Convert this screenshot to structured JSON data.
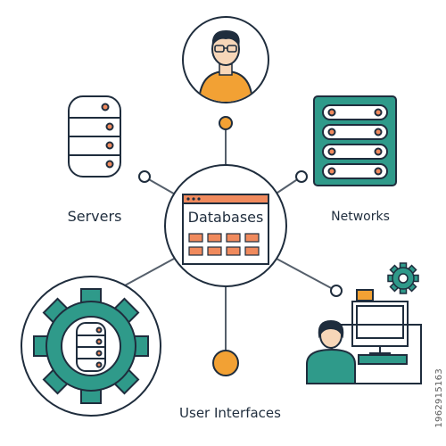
{
  "diagram": {
    "center_label": "Databases",
    "labels": {
      "servers": "Servers",
      "networks": "Networks",
      "user_interfaces": "User Interfaces"
    },
    "watermark": "1962915163"
  },
  "colors": {
    "teal": "#2f9a8a",
    "orange": "#f08a5d",
    "amber": "#f2a134",
    "skin": "#f7d6b8",
    "ink": "#1f2d3d",
    "line": "#555f6b"
  },
  "icons": [
    "person-icon",
    "server-stack-icon",
    "network-rack-icon",
    "database-window-icon",
    "gear-database-icon",
    "user-computer-icon",
    "small-gear-icon",
    "node-dot-icon"
  ]
}
